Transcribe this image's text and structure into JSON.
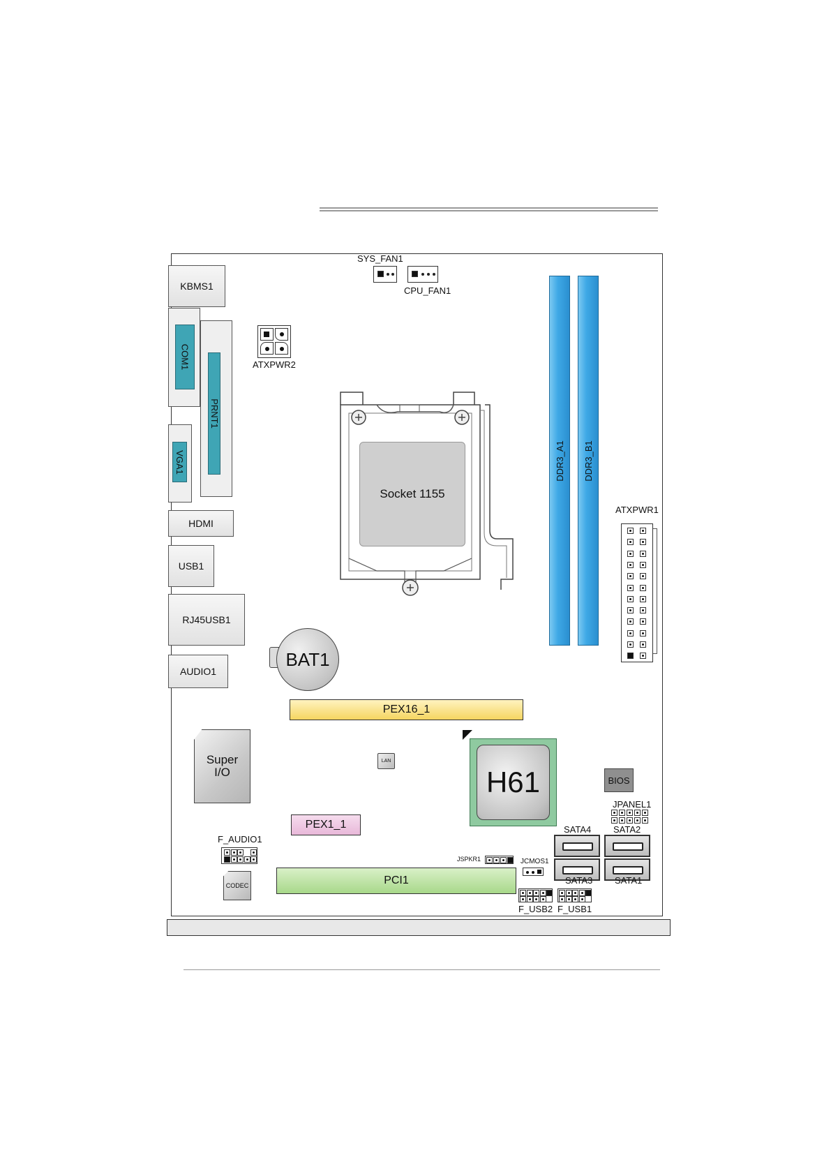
{
  "board": {
    "cpu_socket": "Socket 1155",
    "chipset": "H61",
    "battery": "BAT1",
    "super_io": [
      "Super",
      "I/O"
    ],
    "codec": "CODEC",
    "lan": "LAN",
    "bios": "BIOS"
  },
  "rear_io": {
    "kbms": "KBMS1",
    "com": "COM1",
    "prnt": "PRNT1",
    "vga": "VGA1",
    "hdmi": "HDMI",
    "usb": "USB1",
    "rj45usb": "RJ45USB1",
    "audio": "AUDIO1"
  },
  "headers": {
    "sys_fan": "SYS_FAN1",
    "cpu_fan": "CPU_FAN1",
    "atxpwr2": "ATXPWR2",
    "atxpwr1": "ATXPWR1",
    "jpanel": "JPANEL1",
    "f_audio": "F_AUDIO1",
    "jspkr": "JSPKR1",
    "jcmos": "JCMOS1",
    "f_usb2": "F_USB2",
    "f_usb1": "F_USB1"
  },
  "slots": {
    "ddr_a": "DDR3_A1",
    "ddr_b": "DDR3_B1",
    "pex16": "PEX16_1",
    "pex1": "PEX1_1",
    "pci": "PCI1"
  },
  "sata": {
    "sata4": "SATA4",
    "sata2": "SATA2",
    "sata3": "SATA3",
    "sata1": "SATA1"
  },
  "colors": {
    "dimm": "#3fa9e6",
    "pex16": "#f5d560",
    "pex1": "#e8b8d9",
    "pci": "#a8d88a",
    "chipset_border": "#7dbb8e",
    "teal": "#3fa5b5"
  }
}
